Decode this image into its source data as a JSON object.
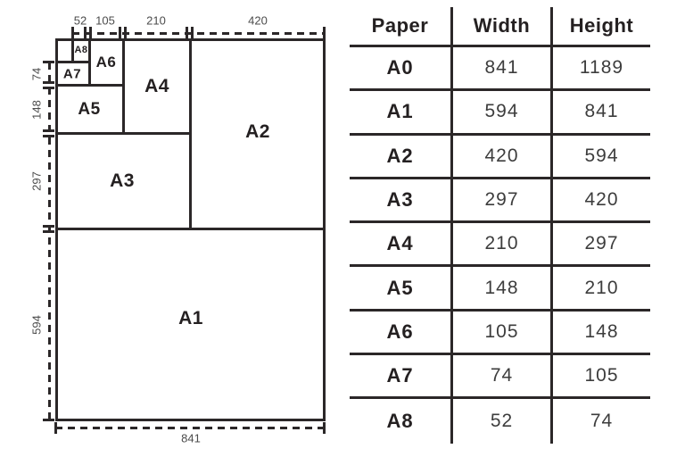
{
  "diagram": {
    "labels": {
      "a1": "A1",
      "a2": "A2",
      "a3": "A3",
      "a4": "A4",
      "a5": "A5",
      "a6": "A6",
      "a7": "A7",
      "a8": "A8"
    },
    "top_dims": [
      "52",
      "105",
      "210",
      "420"
    ],
    "left_dims": [
      "74",
      "148",
      "297",
      "594"
    ],
    "bottom_dim": "841"
  },
  "table": {
    "headers": [
      "Paper",
      "Width",
      "Height"
    ],
    "rows": [
      {
        "paper": "A0",
        "width": "841",
        "height": "1189"
      },
      {
        "paper": "A1",
        "width": "594",
        "height": "841"
      },
      {
        "paper": "A2",
        "width": "420",
        "height": "594"
      },
      {
        "paper": "A3",
        "width": "297",
        "height": "420"
      },
      {
        "paper": "A4",
        "width": "210",
        "height": "297"
      },
      {
        "paper": "A5",
        "width": "148",
        "height": "210"
      },
      {
        "paper": "A6",
        "width": "105",
        "height": "148"
      },
      {
        "paper": "A7",
        "width": "74",
        "height": "105"
      },
      {
        "paper": "A8",
        "width": "52",
        "height": "74"
      }
    ]
  },
  "colors": {
    "line": "#2b2728",
    "heading_text": "#242021",
    "number_text": "#3d3d3d",
    "dimension_text": "#4c4c4c",
    "background": "#ffffff"
  }
}
